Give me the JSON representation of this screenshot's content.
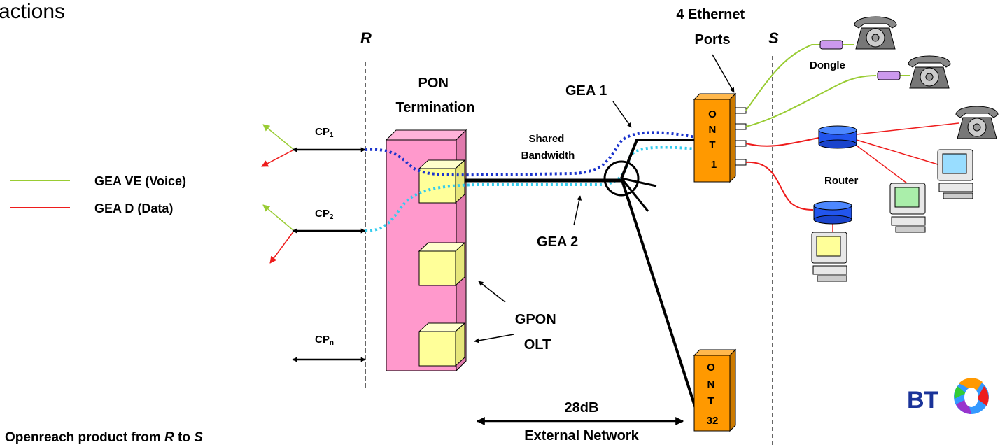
{
  "header": {
    "title_fragment": "actions"
  },
  "boundaries": {
    "r_label": "R",
    "s_label": "S"
  },
  "legend": {
    "voice": {
      "label": "GEA VE (Voice)",
      "color": "#99cc33"
    },
    "data": {
      "label": "GEA D (Data)",
      "color": "#ee1c1c"
    }
  },
  "cp_ports": [
    {
      "main": "CP",
      "sub": "1"
    },
    {
      "main": "CP",
      "sub": "2"
    },
    {
      "main": "CP",
      "sub": "n"
    }
  ],
  "olt": {
    "title_line1": "PON",
    "title_line2": "Termination",
    "gpon_line1": "GPON",
    "gpon_line2": "OLT",
    "pink": "#ff99cc",
    "card": "#ffff99"
  },
  "links": {
    "shared_line1": "Shared",
    "shared_line2": "Bandwidth",
    "gea1": "GEA 1",
    "gea2": "GEA 2",
    "gea1_color": "#1a33cc",
    "gea2_color": "#33ccee"
  },
  "ont1": {
    "chars": [
      "O",
      "N",
      "T",
      "1"
    ],
    "color": "#ff9900"
  },
  "ont32": {
    "chars": [
      "O",
      "N",
      "T",
      "32"
    ],
    "color": "#ff9900"
  },
  "ports": {
    "line1": "4 Ethernet",
    "line2": "Ports"
  },
  "devices": {
    "dongle": "Dongle",
    "router": "Router"
  },
  "network": {
    "budget": "28dB",
    "label": "External Network"
  },
  "footer": {
    "pre": "Openreach product from ",
    "r": "R",
    "mid": " to ",
    "s": "S"
  },
  "logo": {
    "text": "BT"
  }
}
